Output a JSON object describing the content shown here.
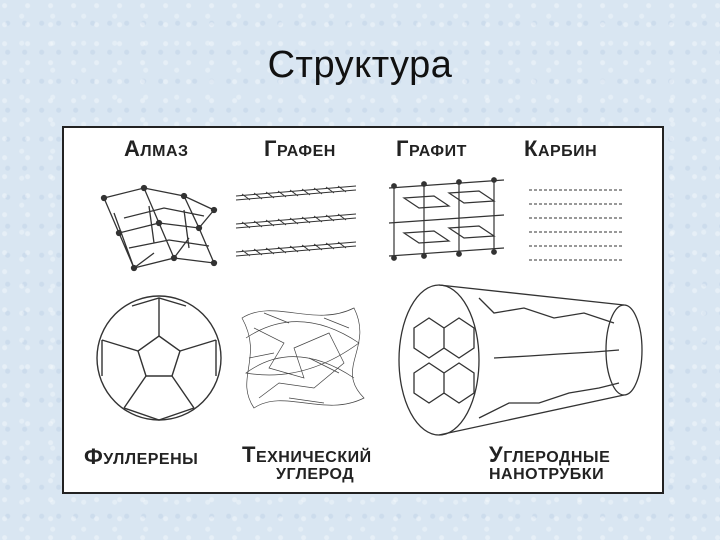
{
  "slide": {
    "title": "Структура"
  },
  "structures": {
    "diamond": "Алмаз",
    "graphene": "Графен",
    "graphite": "Графит",
    "carbyne": "Карбин",
    "fullerenes": "Фуллерены",
    "technical_carbon_line1": "Технический",
    "technical_carbon_line2": "углерод",
    "nanotubes_line1": "Углеродные",
    "nanotubes_line2": "нанотрубки"
  }
}
